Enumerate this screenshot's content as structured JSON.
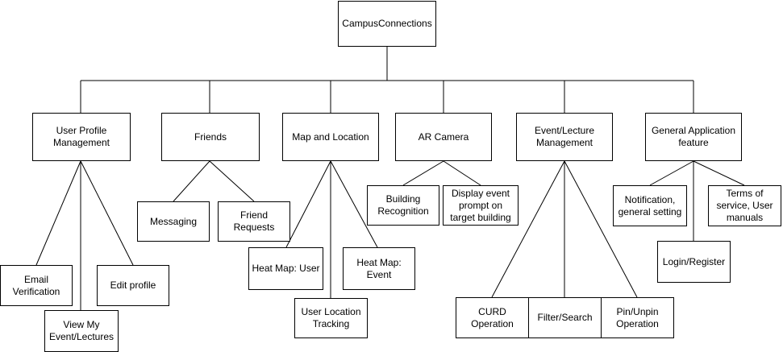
{
  "diagram": {
    "nodes": [
      {
        "id": "root",
        "label": "CampusConnections"
      },
      {
        "id": "user_profile",
        "label": "User Profile\nManagement"
      },
      {
        "id": "friends",
        "label": "Friends"
      },
      {
        "id": "map_location",
        "label": "Map and Location"
      },
      {
        "id": "ar_camera",
        "label": "AR Camera"
      },
      {
        "id": "event_lecture",
        "label": "Event/Lecture\nManagement"
      },
      {
        "id": "general_app",
        "label": "General Application\nfeature"
      },
      {
        "id": "email_verification",
        "label": "Email\nVerification"
      },
      {
        "id": "view_my_events",
        "label": "View My\nEvent/Lectures"
      },
      {
        "id": "edit_profile",
        "label": "Edit profile"
      },
      {
        "id": "messaging",
        "label": "Messaging"
      },
      {
        "id": "friend_requests",
        "label": "Friend\nRequests"
      },
      {
        "id": "heatmap_user",
        "label": "Heat Map: User"
      },
      {
        "id": "user_location_tracking",
        "label": "User Location\nTracking"
      },
      {
        "id": "heatmap_event",
        "label": "Heat Map:\nEvent"
      },
      {
        "id": "building_recognition",
        "label": "Building\nRecognition"
      },
      {
        "id": "display_event_prompt",
        "label": "Display event\nprompt on\ntarget building"
      },
      {
        "id": "curd_operation",
        "label": "CURD\nOperation"
      },
      {
        "id": "filter_search",
        "label": "Filter/Search"
      },
      {
        "id": "pin_unpin",
        "label": "Pin/Unpin\nOperation"
      },
      {
        "id": "notification_settings",
        "label": "Notification,\ngeneral setting"
      },
      {
        "id": "login_register",
        "label": "Login/Register"
      },
      {
        "id": "terms_of_service",
        "label": "Terms of\nservice, User\nmanuals"
      }
    ],
    "edges": [
      [
        "root",
        "user_profile"
      ],
      [
        "root",
        "friends"
      ],
      [
        "root",
        "map_location"
      ],
      [
        "root",
        "ar_camera"
      ],
      [
        "root",
        "event_lecture"
      ],
      [
        "root",
        "general_app"
      ],
      [
        "user_profile",
        "email_verification"
      ],
      [
        "user_profile",
        "view_my_events"
      ],
      [
        "user_profile",
        "edit_profile"
      ],
      [
        "friends",
        "messaging"
      ],
      [
        "friends",
        "friend_requests"
      ],
      [
        "map_location",
        "heatmap_user"
      ],
      [
        "map_location",
        "user_location_tracking"
      ],
      [
        "map_location",
        "heatmap_event"
      ],
      [
        "ar_camera",
        "building_recognition"
      ],
      [
        "ar_camera",
        "display_event_prompt"
      ],
      [
        "event_lecture",
        "curd_operation"
      ],
      [
        "event_lecture",
        "filter_search"
      ],
      [
        "event_lecture",
        "pin_unpin"
      ],
      [
        "general_app",
        "notification_settings"
      ],
      [
        "general_app",
        "login_register"
      ],
      [
        "general_app",
        "terms_of_service"
      ]
    ]
  }
}
